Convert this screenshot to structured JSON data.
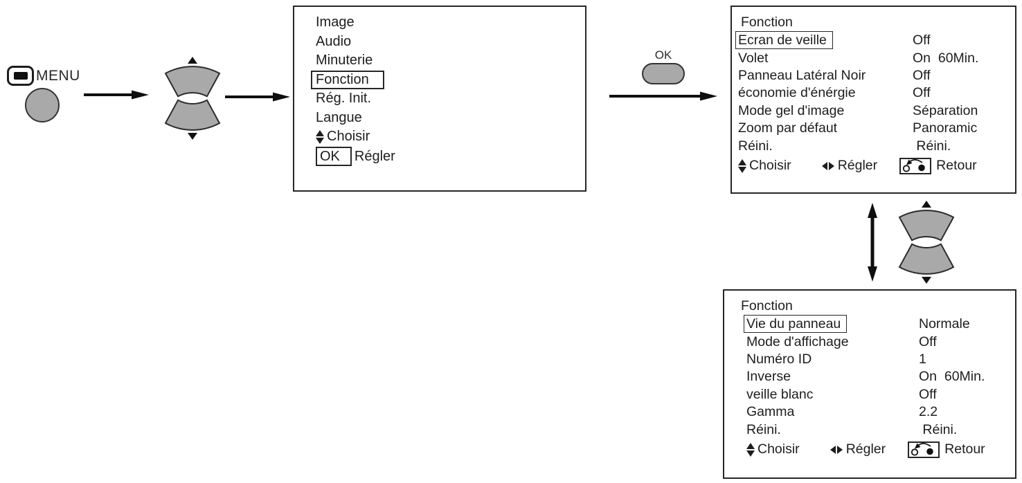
{
  "colors": {
    "key_gray": "#a9a9a9",
    "line_black": "#0f0f0f"
  },
  "remote": {
    "menu_label": "MENU",
    "ok_label": "OK"
  },
  "icons": {
    "menu_icon": "screen-rectangle",
    "nav_keys": "up-down-fan-keys",
    "choisir_icon": "up-down-triangles",
    "regler_icon": "left-right-triangles",
    "retour_icon": "return-key"
  },
  "main_menu": {
    "items": [
      "Image",
      "Audio",
      "Minuterie",
      "Fonction",
      "Rég. Init.",
      "Langue"
    ],
    "selected_item": "Fonction",
    "footer": {
      "choisir": "Choisir",
      "ok": "OK",
      "regler": "Régler"
    }
  },
  "fonction_page1": {
    "title": "Fonction",
    "selected_row": "Ecran de veille",
    "rows": [
      {
        "label": "Ecran de veille",
        "value": "Off"
      },
      {
        "label": "Volet",
        "value": "On  60Min."
      },
      {
        "label": "Panneau Latéral Noir",
        "value": "Off"
      },
      {
        "label": "économie d'énérgie",
        "value": "Off"
      },
      {
        "label": "Mode gel d'image",
        "value": "Séparation"
      },
      {
        "label": "Zoom par défaut",
        "value": "Panoramic"
      },
      {
        "label": "Réini.",
        "value": " Réini."
      }
    ],
    "footer": {
      "choisir": "Choisir",
      "regler": "Régler",
      "retour": "Retour"
    }
  },
  "fonction_page2": {
    "title": "Fonction",
    "selected_row": "Vie du panneau",
    "rows": [
      {
        "label": "Vie du panneau",
        "value": "Normale"
      },
      {
        "label": "Mode d'affichage",
        "value": "Off"
      },
      {
        "label": "Numéro ID",
        "value": "1"
      },
      {
        "label": "Inverse",
        "value": "On  60Min."
      },
      {
        "label": "veille blanc",
        "value": "Off"
      },
      {
        "label": "Gamma",
        "value": "2.2"
      },
      {
        "label": "Réini.",
        "value": " Réini."
      }
    ],
    "footer": {
      "choisir": "Choisir",
      "regler": "Régler",
      "retour": "Retour"
    }
  }
}
